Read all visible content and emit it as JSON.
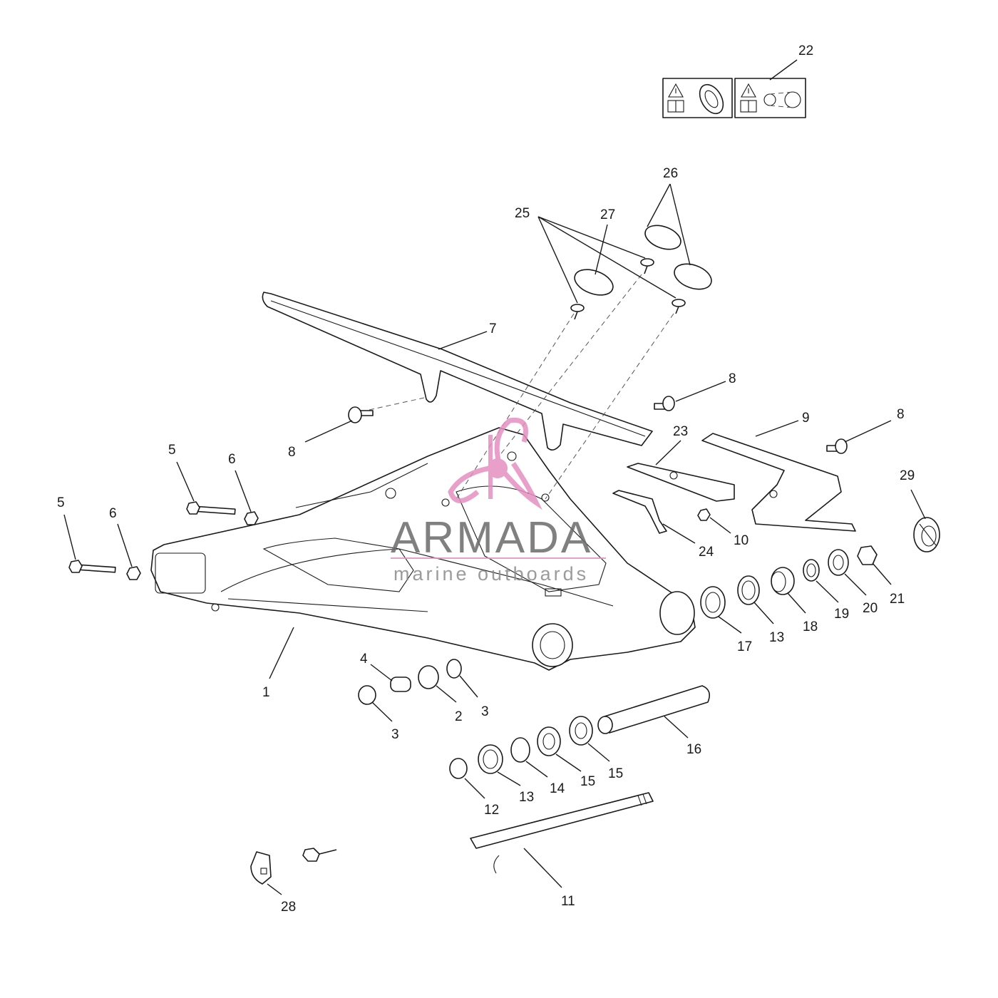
{
  "labels": {
    "p1": "1",
    "p2": "2",
    "p3a": "3",
    "p3b": "3",
    "p4": "4",
    "p5a": "5",
    "p5b": "5",
    "p6a": "6",
    "p6b": "6",
    "p7": "7",
    "p8a": "8",
    "p8b": "8",
    "p8c": "8",
    "p9": "9",
    "p10": "10",
    "p11": "11",
    "p12": "12",
    "p13a": "13",
    "p13b": "13",
    "p14": "14",
    "p15a": "15",
    "p15b": "15",
    "p16": "16",
    "p17": "17",
    "p18": "18",
    "p19": "19",
    "p20": "20",
    "p21": "21",
    "p22": "22",
    "p23": "23",
    "p24": "24",
    "p25": "25",
    "p26": "26",
    "p27": "27",
    "p28": "28",
    "p29": "29"
  },
  "watermark": {
    "title": "ARMADA",
    "subtitle": "marine outboards",
    "accent_color": "#e48fc0"
  },
  "icons": [
    "warning-manual-tyre-label",
    "warning-manual-chain-label"
  ]
}
